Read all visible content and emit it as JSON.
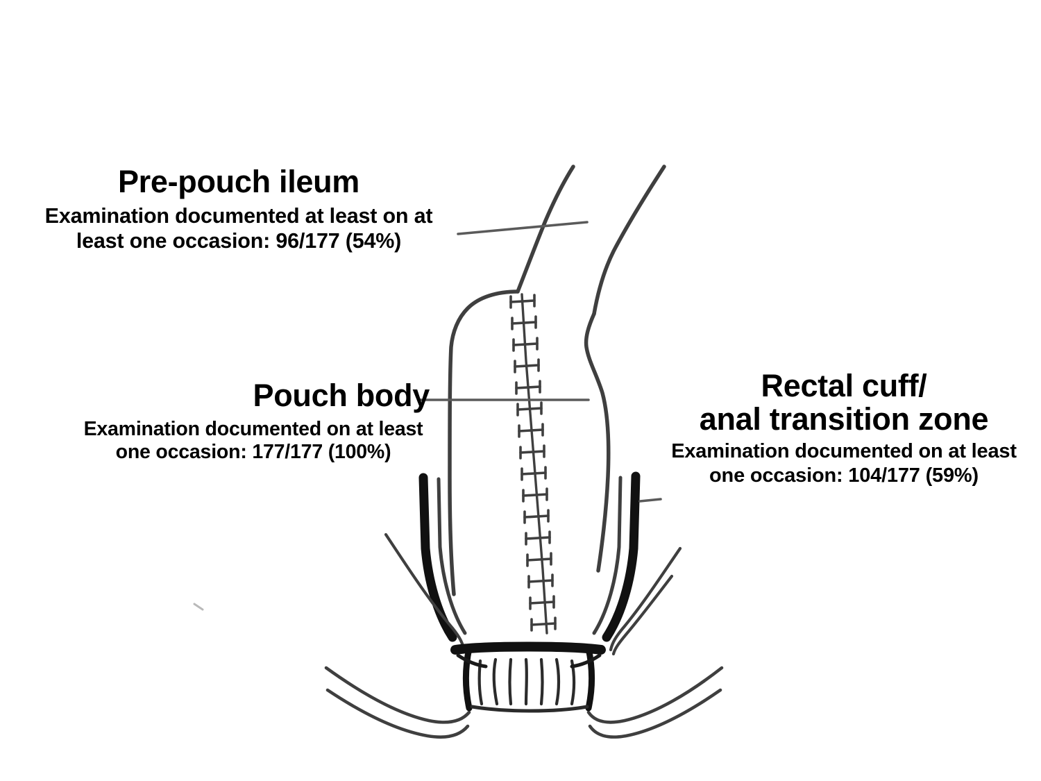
{
  "figure": {
    "type": "medical-anatomical-diagram",
    "subject": "ileal pouch-anal anastomosis (J-pouch) with pre-pouch ileum, pouch body, and rectal cuff / anal transition zone",
    "background_color": "#ffffff",
    "line_color": "#3a3a3a",
    "dark_line_color": "#111111"
  },
  "labels": {
    "pre_pouch_ileum": {
      "title": "Pre-pouch ileum",
      "detail": "Examination documented at least on at least one occasion: 96/177 (54%)",
      "numerator": 96,
      "denominator": 177,
      "percent": "54%"
    },
    "pouch_body": {
      "title": "Pouch body",
      "detail": "Examination documented on at least one occasion: 177/177 (100%)",
      "numerator": 177,
      "denominator": 177,
      "percent": "100%"
    },
    "rectal_cuff": {
      "title": "Rectal cuff/\nanal transition zone",
      "detail": "Examination documented on at least one occasion: 104/177 (59%)",
      "numerator": 104,
      "denominator": 177,
      "percent": "59%"
    }
  },
  "annotations": {
    "leader_line_ileum": "leader line from pre-pouch ileum text to the afferent ileal limb",
    "leader_line_pouch": "leader line from pouch body text to the pouch staple line",
    "leader_line_cuff": "short leader line from the rectal cuff band to the right-hand text"
  }
}
